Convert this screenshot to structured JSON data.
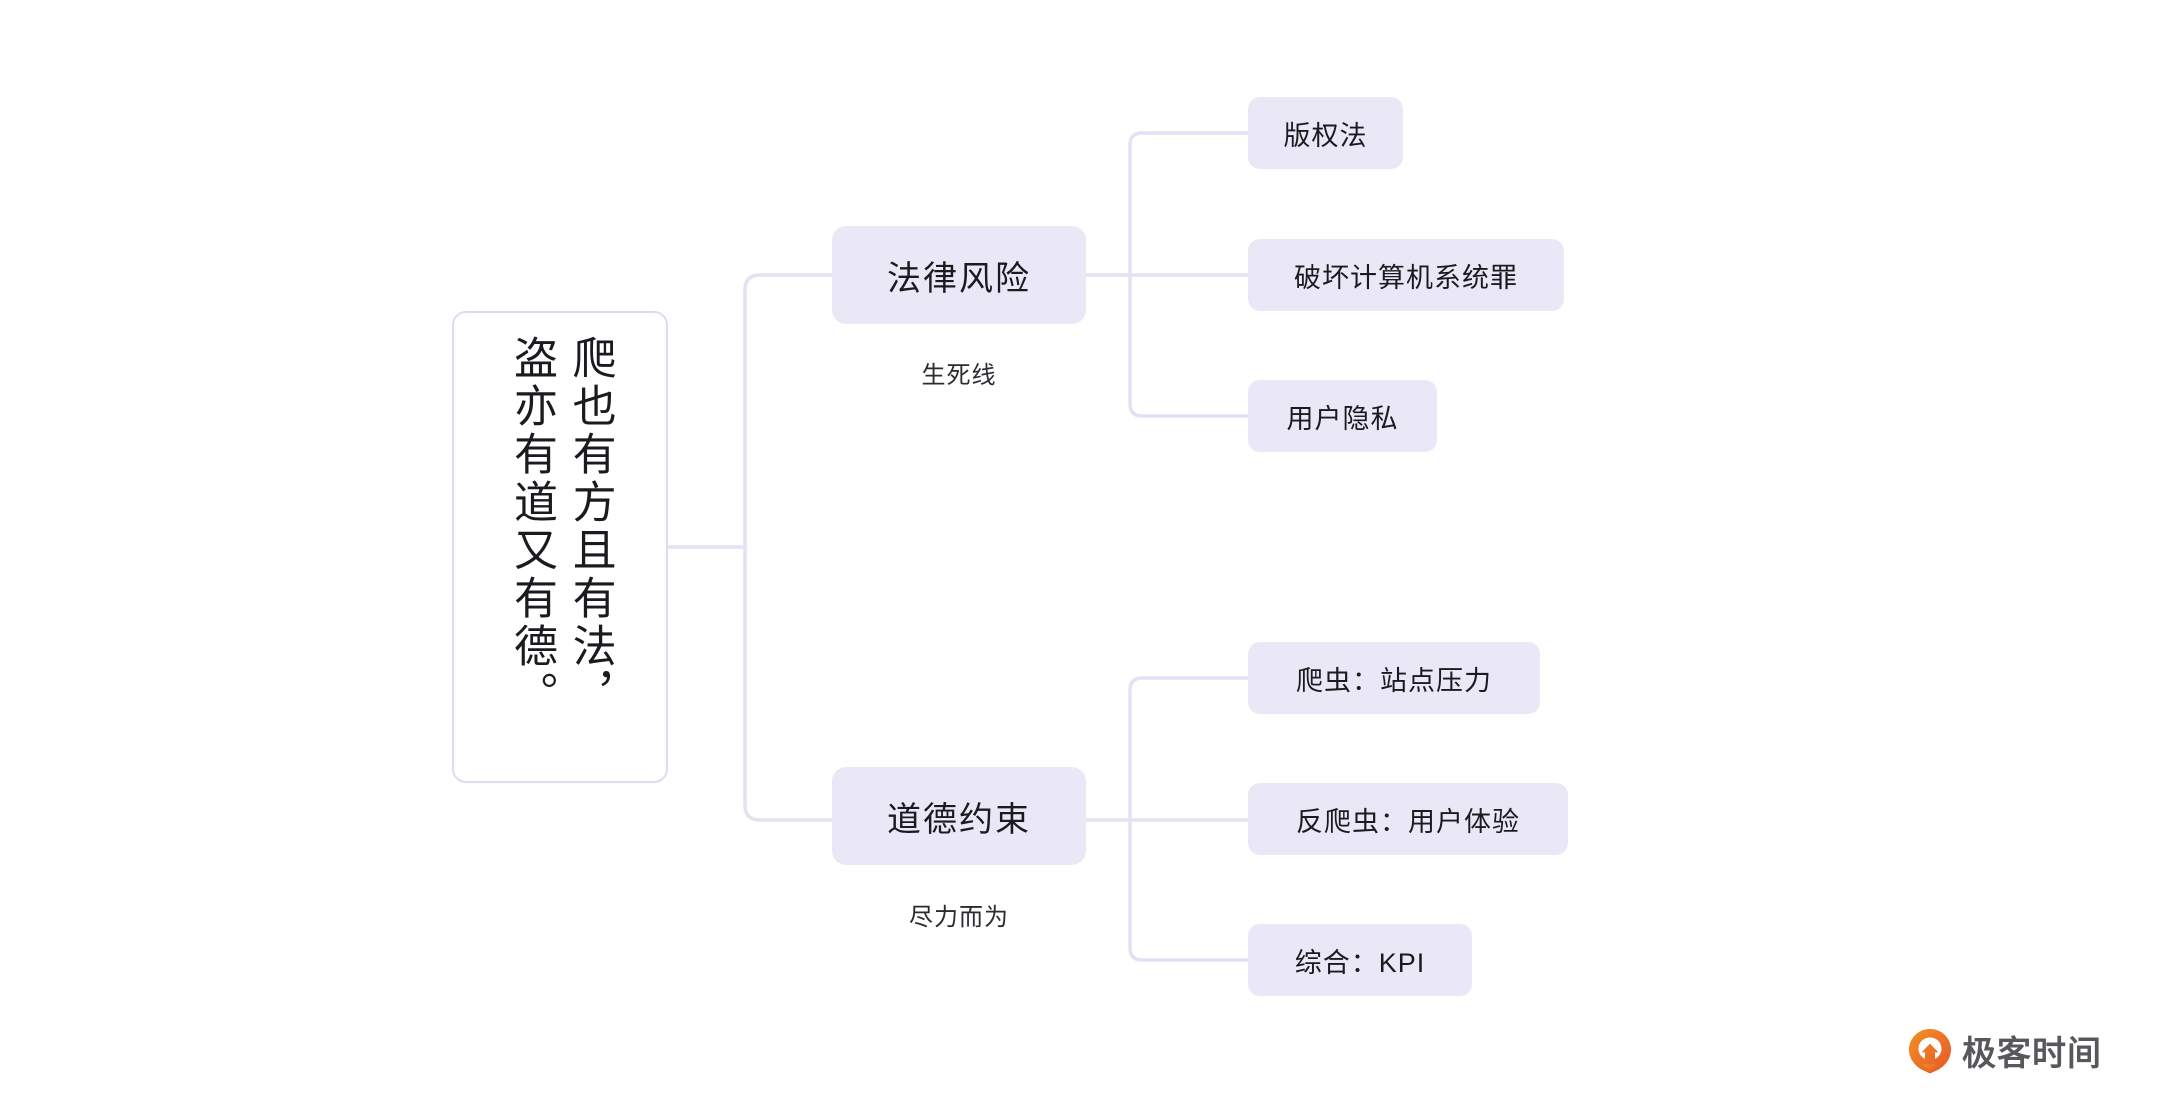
{
  "diagram": {
    "type": "mindmap",
    "background_color": "#ffffff",
    "node_fill": "#eae8f7",
    "edge_color": "#e3e1f4",
    "root_border_color": "#dedbf2",
    "text_color": "#1b1b1f"
  },
  "root": {
    "line1": "爬也有方且有法，",
    "line2": "盗亦有道又有德。"
  },
  "branches": [
    {
      "label": "法律风险",
      "sublabel": "生死线",
      "children": [
        {
          "label": "版权法"
        },
        {
          "label": "破坏计算机系统罪"
        },
        {
          "label": "用户隐私"
        }
      ]
    },
    {
      "label": "道德约束",
      "sublabel": "尽力而为",
      "children": [
        {
          "label": "爬虫：站点压力"
        },
        {
          "label": "反爬虫：用户体验"
        },
        {
          "label": "综合：KPI"
        }
      ]
    }
  ],
  "watermark": {
    "brand": "极客时间",
    "logo_icon": "geektime-pin-icon",
    "logo_color_start": "#f5861f",
    "logo_color_end": "#e8612a"
  }
}
